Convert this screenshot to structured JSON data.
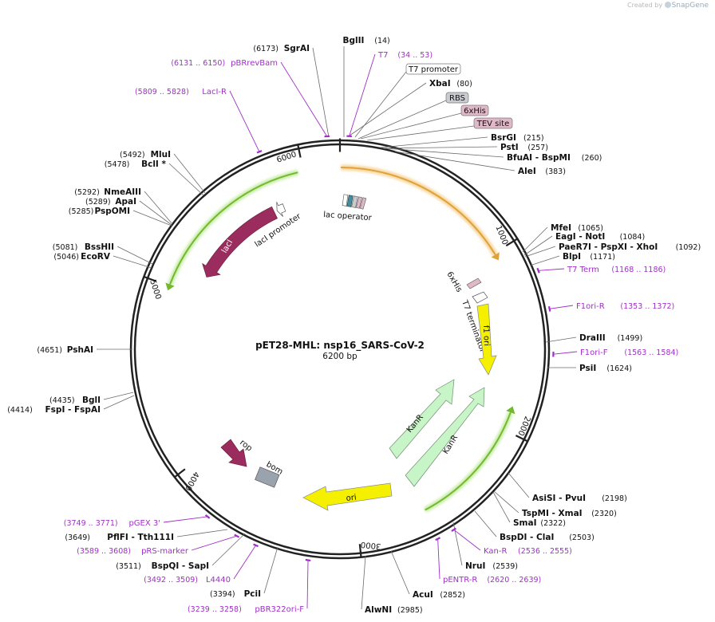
{
  "watermark": {
    "prefix": "Created by",
    "brand": "SnapGene"
  },
  "map": {
    "name": "pET28-MHL: nsp16_SARS-CoV-2",
    "size_label": "6200 bp",
    "total_bp": 6200
  },
  "colors": {
    "backbone": "#222222",
    "site_line": "#6b6b6b",
    "primer": "#a02fc8",
    "lacI": "#9b2d5e",
    "rop": "#9b2d5e",
    "kanR": "#c8f5c8",
    "ori": "#f5f000",
    "f1ori": "#f5f000",
    "bom": "#9aa3ad",
    "orf_green": "#73b92f",
    "orf_orange": "#e0a13a"
  },
  "ticks": [
    {
      "bp": 1000,
      "label": "1000"
    },
    {
      "bp": 2000,
      "label": "2000"
    },
    {
      "bp": 3000,
      "label": "3000"
    },
    {
      "bp": 4000,
      "label": "4000"
    },
    {
      "bp": 5000,
      "label": "5000"
    },
    {
      "bp": 6000,
      "label": "6000"
    }
  ],
  "sites": [
    {
      "name": "BglII",
      "pos": "(14)",
      "bp": 14
    },
    {
      "name": "SgrAI",
      "pos": "(6173)",
      "bp": 6173
    },
    {
      "name": "XbaI",
      "pos": "(80)",
      "bp": 80
    },
    {
      "name": "BsrGI",
      "pos": "(215)",
      "bp": 215
    },
    {
      "name": "PstI",
      "pos": "(257)",
      "bp": 257
    },
    {
      "name": "BfuAI - BspMI",
      "pos": "(260)",
      "bp": 260
    },
    {
      "name": "AleI",
      "pos": "(383)",
      "bp": 383
    },
    {
      "name": "MfeI",
      "pos": "(1065)",
      "bp": 1065
    },
    {
      "name": "EagI - NotI",
      "pos": "(1084)",
      "bp": 1084
    },
    {
      "name": "PaeR7I - PspXI - XhoI",
      "pos": "(1092)",
      "bp": 1092
    },
    {
      "name": "BlpI",
      "pos": "(1171)",
      "bp": 1171
    },
    {
      "name": "DraIII",
      "pos": "(1499)",
      "bp": 1499
    },
    {
      "name": "PsiI",
      "pos": "(1624)",
      "bp": 1624
    },
    {
      "name": "AsiSI - PvuI",
      "pos": "(2198)",
      "bp": 2198
    },
    {
      "name": "TspMI - XmaI",
      "pos": "(2320)",
      "bp": 2320
    },
    {
      "name": "SmaI",
      "pos": "(2322)",
      "bp": 2322
    },
    {
      "name": "BspDI - ClaI",
      "pos": "(2503)",
      "bp": 2503
    },
    {
      "name": "NruI",
      "pos": "(2539)",
      "bp": 2539
    },
    {
      "name": "AcuI",
      "pos": "(2852)",
      "bp": 2852
    },
    {
      "name": "AlwNI",
      "pos": "(2985)",
      "bp": 2985
    },
    {
      "name": "PciI",
      "pos": "(3394)",
      "bp": 3394
    },
    {
      "name": "BspQI - SapI",
      "pos": "(3511)",
      "bp": 3511
    },
    {
      "name": "PflFI - Tth111I",
      "pos": "(3649)",
      "bp": 3649
    },
    {
      "name": "FspI - FspAI",
      "pos": "(4414)",
      "bp": 4414
    },
    {
      "name": "BglI",
      "pos": "(4435)",
      "bp": 4435
    },
    {
      "name": "PshAI",
      "pos": "(4651)",
      "bp": 4651
    },
    {
      "name": "EcoRV",
      "pos": "(5046)",
      "bp": 5046
    },
    {
      "name": "BssHII",
      "pos": "(5081)",
      "bp": 5081
    },
    {
      "name": "PspOMI",
      "pos": "(5285)",
      "bp": 5285
    },
    {
      "name": "ApaI",
      "pos": "(5289)",
      "bp": 5289
    },
    {
      "name": "NmeAIII",
      "pos": "(5292)",
      "bp": 5292
    },
    {
      "name": "BclI *",
      "pos": "(5478)",
      "bp": 5478
    },
    {
      "name": "MluI",
      "pos": "(5492)",
      "bp": 5492
    }
  ],
  "primers": [
    {
      "name": "T7",
      "range": "(34 .. 53)",
      "bp": 43
    },
    {
      "name": "pBRrevBam",
      "range": "(6131 .. 6150)",
      "bp": 6140
    },
    {
      "name": "LacI-R",
      "range": "(5809 .. 5828)",
      "bp": 5818
    },
    {
      "name": "T7 Term",
      "range": "(1168 .. 1186)",
      "bp": 1177
    },
    {
      "name": "F1ori-R",
      "range": "(1353 .. 1372)",
      "bp": 1362
    },
    {
      "name": "F1ori-F",
      "range": "(1563 .. 1584)",
      "bp": 1573
    },
    {
      "name": "Kan-R",
      "range": "(2536 .. 2555)",
      "bp": 2545
    },
    {
      "name": "pENTR-R",
      "range": "(2620 .. 2639)",
      "bp": 2630
    },
    {
      "name": "pBR322ori-F",
      "range": "(3239 .. 3258)",
      "bp": 3248
    },
    {
      "name": "L4440",
      "range": "(3492 .. 3509)",
      "bp": 3500
    },
    {
      "name": "pRS-marker",
      "range": "(3589 .. 3608)",
      "bp": 3598
    },
    {
      "name": "pGEX 3'",
      "range": "(3749 .. 3771)",
      "bp": 3760
    }
  ],
  "boxed_features": [
    {
      "name": "T7 promoter",
      "fill": "#ffffff"
    },
    {
      "name": "RBS",
      "fill": "#c9cbd0"
    },
    {
      "name": "6xHis",
      "fill": "#e0b8c8"
    },
    {
      "name": "TEV site",
      "fill": "#e0b8c8"
    }
  ],
  "features": [
    {
      "name": "lacI",
      "start": 5210,
      "end": 5780
    },
    {
      "name": "lacI promoter",
      "start": 5818,
      "end": 5880
    },
    {
      "name": "lac operator",
      "start": 6190,
      "end": 6200
    },
    {
      "name": "6xHis",
      "start": 1090,
      "end": 1110
    },
    {
      "name": "T7 terminator",
      "start": 1170,
      "end": 1220
    },
    {
      "name": "f1 ori",
      "start": 1300,
      "end": 1720
    },
    {
      "name": "KanR",
      "start": 1920,
      "end": 2400
    },
    {
      "name": "KanR",
      "start": 2050,
      "end": 2550
    },
    {
      "name": "ori",
      "start": 2720,
      "end": 3300
    },
    {
      "name": "bom",
      "start": 3430,
      "end": 3490
    },
    {
      "name": "rop",
      "start": 3730,
      "end": 3830
    }
  ]
}
